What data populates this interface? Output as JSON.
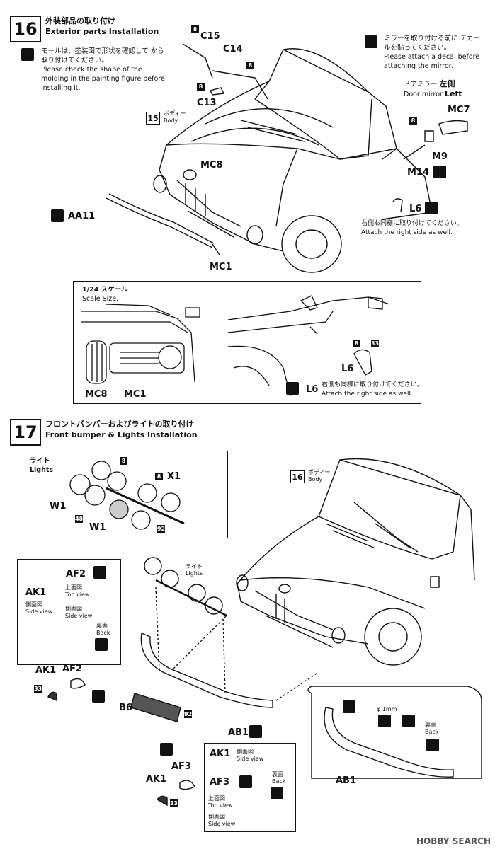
{
  "step16": {
    "number": "16",
    "title_ja": "外装部品の取り付け",
    "title_en": "Exterior parts Installation",
    "note_left_ja": "モールは、塗装図で形状を確認して から取り付けてください。",
    "note_left_en": "Please check the shape of the molding in the painting figure before installing it.",
    "note_right_ja": "ミラーを取り付ける前に デカールを貼ってください。",
    "note_right_en": "Please attach a decal before attaching the mirror.",
    "body_num": "15",
    "body_ja": "ボディー",
    "body_en": "Body",
    "mirror_ja": "ドアミラー",
    "mirror_en": "Door mirror",
    "left_ja": "左側",
    "left_en": "Left",
    "parts": {
      "c15": "C15",
      "c14": "C14",
      "c13": "C13",
      "mc8": "MC8",
      "aa11": "AA11",
      "mc1": "MC1",
      "mc7": "MC7",
      "m9": "M9",
      "m14": "M14",
      "l6": "L6"
    },
    "sprue": {
      "s1": "8",
      "s2": "8",
      "s3": "8",
      "s4": "8"
    },
    "same_right_ja": "右側も同様に取り付けてください。",
    "same_right_en": "Attach the right side as well.",
    "scale_ja": "1/24 スケール",
    "scale_en": "Scale Size.",
    "inset_mc8": "MC8",
    "inset_mc1": "MC1",
    "inset_l6": "L6",
    "inset_l6b": "L6",
    "inset_n8": "8",
    "inset_n33": "33",
    "inset_same_ja": "右側も同様に取り付けてください。",
    "inset_same_en": "Attach the right side as well."
  },
  "step17": {
    "number": "17",
    "title_ja": "フロントバンパーおよびライトの取り付け",
    "title_en": "Front bumper & Lights Installation",
    "lights_ja": "ライト",
    "lights_en": "Lights",
    "w1a": "W1",
    "w1b": "W1",
    "x1": "X1",
    "n8a": "8",
    "n8b": "8",
    "n48": "48",
    "n92": "92",
    "body_num": "16",
    "body_ja": "ボディー",
    "body_en": "Body",
    "lights2_ja": "ライト",
    "lights2_en": "Lights",
    "ak1": "AK1",
    "side_ja": "側面図",
    "side_en": "Side view",
    "af2": "AF2",
    "top_ja": "上面図",
    "top_en": "Top view",
    "side2_ja": "側面図",
    "side2_en": "Side view",
    "back_ja": "裏面",
    "back_en": "Back",
    "ak1b": "AK1",
    "af2b": "AF2",
    "n33a": "33",
    "b6": "B6",
    "n92b": "92",
    "ab1": "AB1",
    "ab1b": "AB1",
    "phi": "φ 1mm",
    "back2_ja": "裏面",
    "back2_en": "Back",
    "ak1c": "AK1",
    "af3": "AF3",
    "n33b": "33",
    "box_ak1": "AK1",
    "box_side_ja": "側面図",
    "box_side_en": "Side view",
    "box_af3": "AF3",
    "box_top_ja": "上面図",
    "box_top_en": "Top view",
    "box_back_ja": "裏面",
    "box_back_en": "Back",
    "box_side2_ja": "側面図",
    "box_side2_en": "Side view"
  },
  "watermark": "HOBBY SEARCH"
}
